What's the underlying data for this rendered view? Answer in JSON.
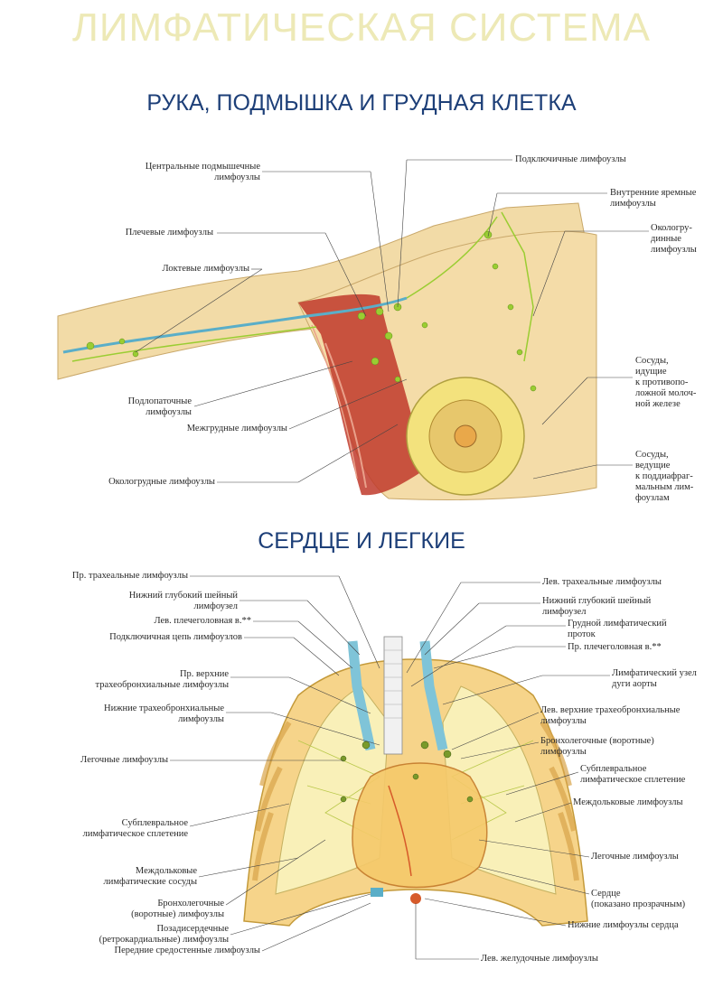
{
  "title": "ЛИМФАТИЧЕСКАЯ СИСТЕМА",
  "section_top": {
    "subtitle": "РУКА, ПОДМЫШКА И ГРУДНАЯ КЛЕТКА",
    "labels": {
      "central_axillary": "Центральные подмышечные\nлимфоузлы",
      "brachial": "Плечевые лимфоузлы",
      "cubital": "Локтевые лимфоузлы",
      "subscapular": "Подлопаточные\nлимфоузлы",
      "interpectoral": "Межгрудные лимфоузлы",
      "pectoral": "Окологрудные лимфоузлы",
      "subclavian": "Подключичные лимфоузлы",
      "internal_jugular": "Внутренние яремные\nлимфоузлы",
      "parasternal": "Окологру-\nдинные\nлимфоузлы",
      "vessels_opposite": "Сосуды,\nидущие\nк противопо-\nложной молоч-\nной железе",
      "vessels_subdiaphragm": "Сосуды,\nведущие\nк поддиафраг-\nмальным лим-\nфоузлам"
    }
  },
  "section_bottom": {
    "subtitle": "СЕРДЦЕ И ЛЕГКИЕ",
    "left_labels": {
      "r_tracheal": "Пр. трахеальные лимфоузлы",
      "lower_deep_cervical": "Нижний глубокий шейный\nлимфоузел",
      "l_brachiocephalic": "Лев. плечеголовная в.**",
      "subclavian_chain": "Подключичная цепь лимфоузлов",
      "r_upper_tracheobronchial": "Пр. верхние\nтрахеобронхиальные лимфоузлы",
      "lower_tracheobronchial": "Нижние трахеобронхиальные\nлимфоузлы",
      "pulmonary": "Легочные лимфоузлы",
      "subpleural": "Субплевральное\nлимфатическое сплетение",
      "interlobar_vessels": "Междольковые\nлимфатические сосуды",
      "bronchopulmonary": "Бронхолегочные\n(воротные) лимфоузлы",
      "retrocardiac": "Позадисердечные\n(ретрокардиальные) лимфоузлы",
      "anterior_mediastinal": "Передние средостенные лимфоузлы"
    },
    "right_labels": {
      "l_tracheal": "Лев. трахеальные лимфоузлы",
      "lower_deep_cervical": "Нижний глубокий шейный\nлимфоузел",
      "thoracic_duct": "Грудной лимфатический\nпроток",
      "r_brachiocephalic": "Пр. плечеголовная в.**",
      "aortic_arch_node": "Лимфатический узел\nдуги аорты",
      "l_upper_tracheobronchial": "Лев. верхние трахеобронхиальные\nлимфоузлы",
      "bronchopulmonary": "Бронхолегочные (воротные)\nлимфоузлы",
      "subpleural": "Субплевральное\nлимфатическое сплетение",
      "interlobar_nodes": "Междольковые лимфоузлы",
      "pulmonary": "Легочные лимфоузлы",
      "heart": "Сердце\n(показано прозрачным)",
      "lower_heart_nodes": "Нижние лимфоузлы сердца",
      "l_gastric": "Лев. желудочные лимфоузлы"
    }
  },
  "colors": {
    "title": "#ede9b6",
    "subtitle": "#1d3f78",
    "skin": "#f3dca8",
    "muscle": "#c0392b",
    "lymph": "#9acd32",
    "vessel": "#5aaec8"
  }
}
